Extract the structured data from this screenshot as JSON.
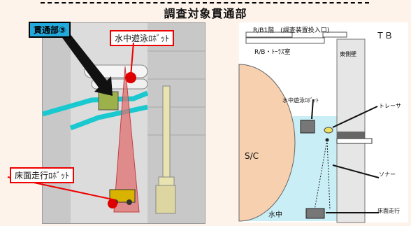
{
  "title": "調査対象貫通部",
  "left_photo": {
    "penetration_label": "貫通部③",
    "swimming_robot_label": "水中遊泳ﾛﾎﾞｯﾄ",
    "floor_robot_label": "床面走行ﾛﾎﾞｯﾄ"
  },
  "right_diagram": {
    "rb1_label": "R/B1階　(調査装置投入口)",
    "tb_label": "ＴＢ",
    "rb_torus_label": "R/B・ﾄｰﾗｽ室",
    "east_wall_label": "東側壁",
    "sc_label": "S/C",
    "swim_robot_label": "水中遊泳ﾛﾎﾞｯﾄ",
    "tracer_label": "トレーサ",
    "sonar_label": "ソナー",
    "underwater_label": "水中",
    "floor_robot_label": "床面走行"
  },
  "colors": {
    "water": "#c9eef5",
    "accent_red": "#e00000",
    "accent_blue": "#22aadd"
  }
}
